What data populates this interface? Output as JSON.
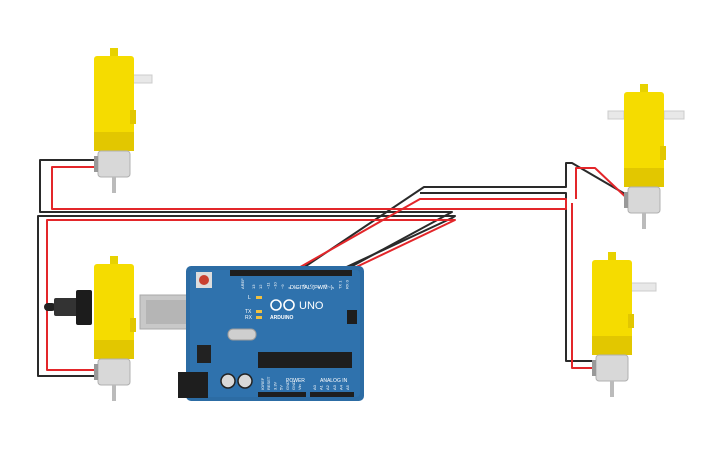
{
  "board": {
    "model_label": "UNO",
    "brand_label": "ARDUINO",
    "digital_label": "DIGITAL (PWM~)",
    "analog_label": "ANALOG IN",
    "power_label": "POWER",
    "aref_label": "AREF",
    "led_labels": [
      "L",
      "TX",
      "RX"
    ],
    "digital_pins": [
      "13",
      "12",
      "~11",
      "~10",
      "~9",
      "8",
      "7",
      "~6",
      "~5",
      "4",
      "~3",
      "2",
      "TX 1",
      "RX 0"
    ],
    "power_pins": [
      "IOREF",
      "RESET",
      "3.3V",
      "5V",
      "GND",
      "GND",
      "Vin"
    ],
    "analog_pins": [
      "A0",
      "A1",
      "A2",
      "A3",
      "A4",
      "A5"
    ]
  },
  "colors": {
    "motor_yellow": "#f5dc00",
    "motor_shadow": "#e2c700",
    "board_blue": "#2c6ca4",
    "wire_red": "#e3262a",
    "wire_black": "#2a2a2a"
  },
  "motors": [
    {
      "id": "motor-top-left",
      "gearbox": "yellow"
    },
    {
      "id": "motor-bottom-left",
      "gearbox": "yellow"
    },
    {
      "id": "motor-top-right",
      "gearbox": "yellow"
    },
    {
      "id": "motor-bottom-right",
      "gearbox": "yellow"
    }
  ]
}
